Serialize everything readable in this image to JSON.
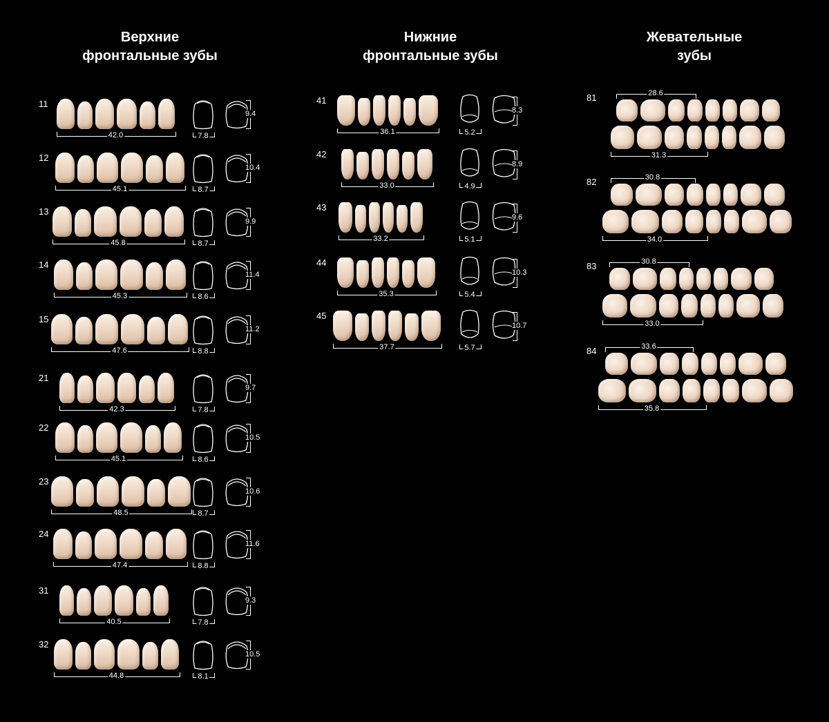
{
  "columns": [
    {
      "title_line1": "Верхние",
      "title_line2": "фронтальные зубы"
    },
    {
      "title_line1": "Нижние",
      "title_line2": "фронтальные зубы"
    },
    {
      "title_line1": "Жевательные",
      "title_line2": "зубы"
    }
  ],
  "upper_moulds": [
    {
      "code": "11",
      "width": "42.0",
      "crown_width": "7.8",
      "crown_length": "9.4"
    },
    {
      "code": "12",
      "width": "45.1",
      "crown_width": "8.7",
      "crown_length": "10.4"
    },
    {
      "code": "13",
      "width": "45.8",
      "crown_width": "8.7",
      "crown_length": "9.9"
    },
    {
      "code": "14",
      "width": "45.3",
      "crown_width": "8.6",
      "crown_length": "11.4"
    },
    {
      "code": "15",
      "width": "47.6",
      "crown_width": "8.8",
      "crown_length": "11.2"
    },
    {
      "code": "21",
      "width": "42.3",
      "crown_width": "7.8",
      "crown_length": "9.7"
    },
    {
      "code": "22",
      "width": "45.1",
      "crown_width": "8.6",
      "crown_length": "10.5"
    },
    {
      "code": "23",
      "width": "48.5",
      "crown_width": "8.7",
      "crown_length": "10.6"
    },
    {
      "code": "24",
      "width": "47.4",
      "crown_width": "8.8",
      "crown_length": "11.6"
    },
    {
      "code": "31",
      "width": "40.5",
      "crown_width": "7.8",
      "crown_length": "9.3"
    },
    {
      "code": "32",
      "width": "44.8",
      "crown_width": "8.1",
      "crown_length": "10.5"
    }
  ],
  "lower_moulds": [
    {
      "code": "41",
      "width": "36.1",
      "crown_width": "5.2",
      "crown_length": "8.3"
    },
    {
      "code": "42",
      "width": "33.0",
      "crown_width": "4.9",
      "crown_length": "8.9"
    },
    {
      "code": "43",
      "width": "33.2",
      "crown_width": "5.1",
      "crown_length": "9.6"
    },
    {
      "code": "44",
      "width": "35.3",
      "crown_width": "5.4",
      "crown_length": "10.3"
    },
    {
      "code": "45",
      "width": "37.7",
      "crown_width": "5.7",
      "crown_length": "10.7"
    }
  ],
  "posterior_moulds": [
    {
      "code": "81",
      "upper_width": "28.6",
      "lower_width": "31.3"
    },
    {
      "code": "82",
      "upper_width": "30.8",
      "lower_width": "34.0"
    },
    {
      "code": "83",
      "upper_width": "30.8",
      "lower_width": "33.0"
    },
    {
      "code": "84",
      "upper_width": "33.6",
      "lower_width": "35.8"
    }
  ]
}
